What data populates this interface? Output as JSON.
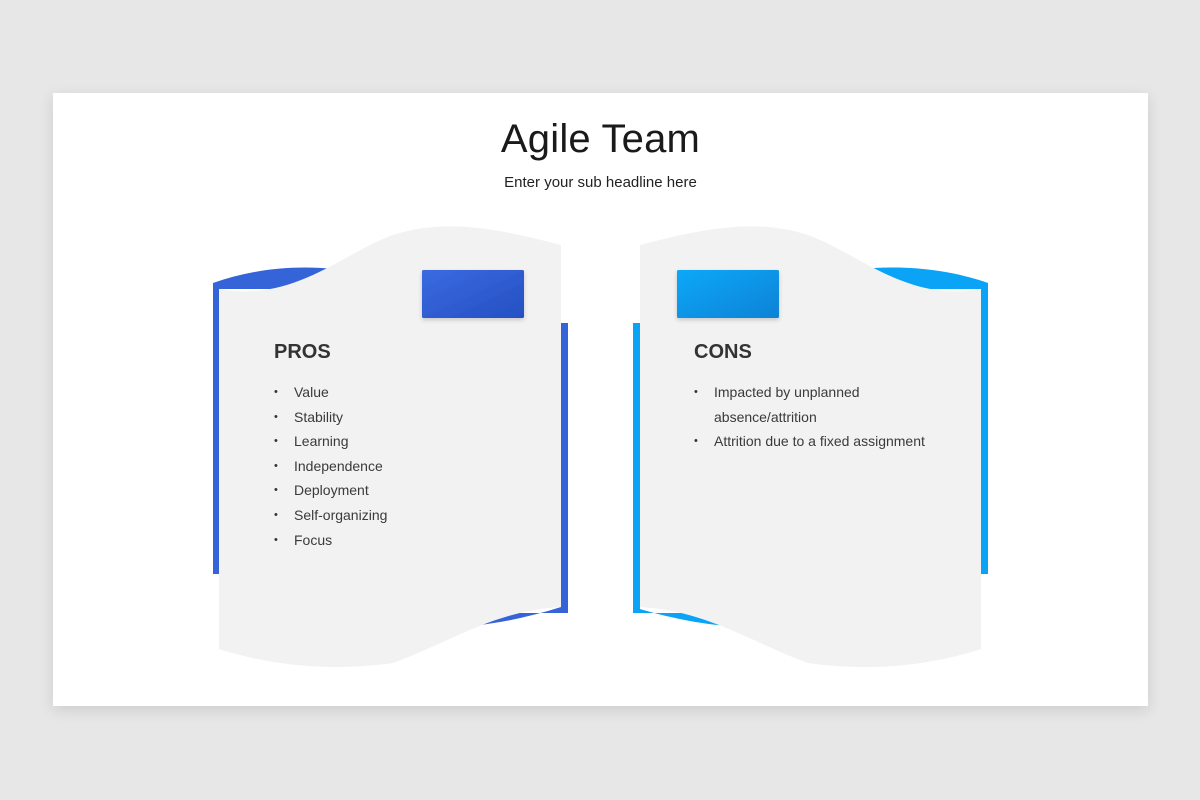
{
  "slide": {
    "title": "Agile Team",
    "subtitle": "Enter your sub headline here"
  },
  "pros": {
    "heading": "PROS",
    "accent_color": "#3563d8",
    "items": [
      "Value",
      "Stability",
      "Learning",
      "Independence",
      "Deployment",
      "Self-organizing",
      "Focus"
    ]
  },
  "cons": {
    "heading": "CONS",
    "accent_color": "#0aa3f5",
    "items": [
      "Impacted by unplanned absence/attrition",
      "Attrition due to a fixed assignment"
    ]
  },
  "colors": {
    "background": "#e8e7e8",
    "slide": "#ffffff",
    "card": "#f2f2f2",
    "text": "#333333"
  }
}
